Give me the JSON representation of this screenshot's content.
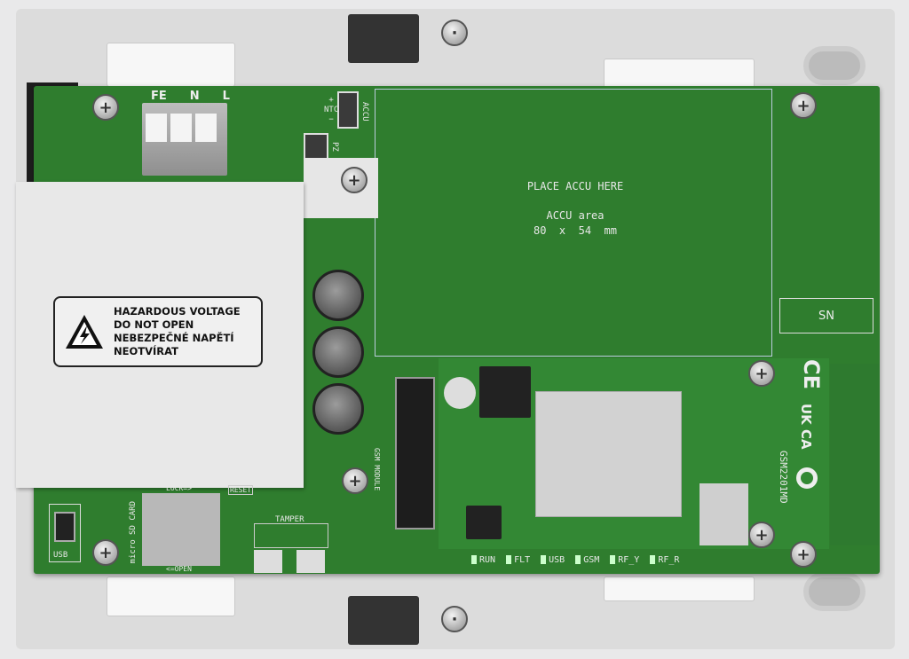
{
  "terminal_labels": [
    "FE",
    "N",
    "L"
  ],
  "connectors": {
    "ntc_plus": "+",
    "ntc": "NTC",
    "ntc_minus": "−",
    "accu": "ACCU",
    "pz": "PZ"
  },
  "accu_area": {
    "title": "PLACE ACCU HERE",
    "label": "ACCU area",
    "size": "80  x  54  mm"
  },
  "sn_label": "SN",
  "warning": {
    "lines": [
      "HAZARDOUS VOLTAGE",
      "DO NOT OPEN",
      "NEBEZPEČNÉ NAPĚTÍ",
      "NEOTVÍRAT"
    ]
  },
  "gsm_module_label": "GSM MODULE",
  "module_name": "GSM2201MD",
  "marks": {
    "ce": "CE",
    "ukca": "UK CA"
  },
  "leds": [
    "RUN",
    "FLT",
    "USB",
    "GSM",
    "RF_Y",
    "RF_R"
  ],
  "usb_label": "USB",
  "sd": {
    "label": "micro SD CARD",
    "lock": "LOCK=>",
    "open": "<=OPEN"
  },
  "reset_label": "RESET",
  "tamper_label": "TAMPER",
  "colors": {
    "pcb": "#2f7d2e",
    "case": "#e9e9ea",
    "shield": "#d6d6d6"
  }
}
